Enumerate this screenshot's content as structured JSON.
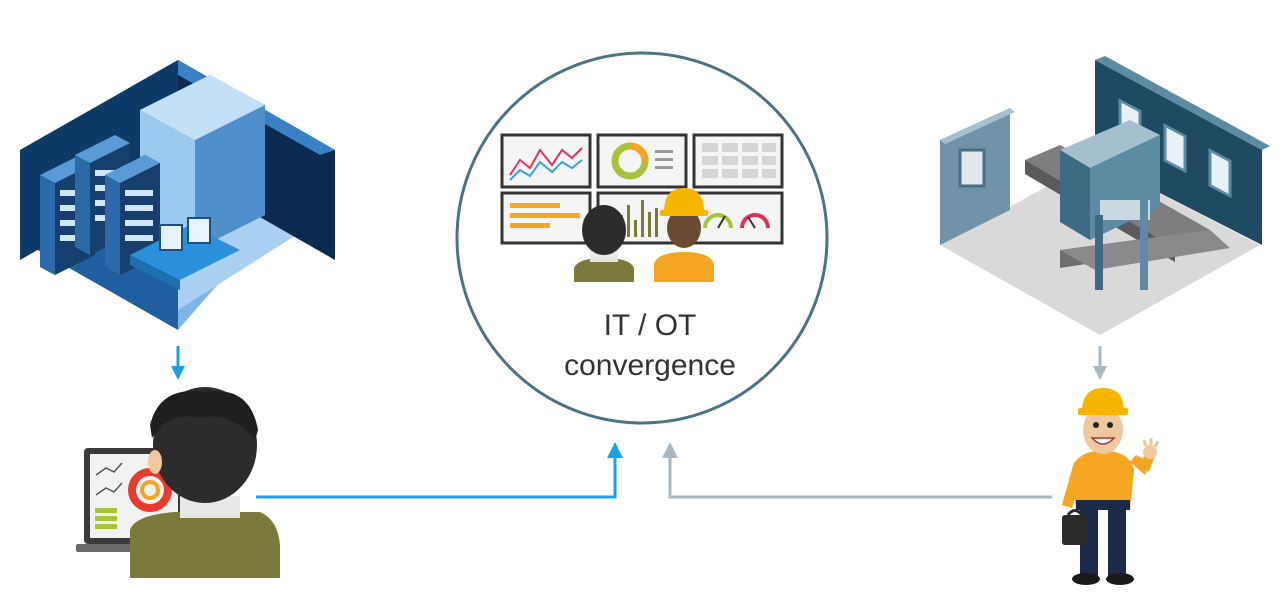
{
  "diagram": {
    "center_title_line1": "IT / OT",
    "center_title_line2": "convergence"
  },
  "nodes": [
    {
      "id": "it-data-center",
      "icon": "server-room-icon"
    },
    {
      "id": "it-worker",
      "icon": "office-worker-icon"
    },
    {
      "id": "convergence-hub",
      "icon": "control-room-icon"
    },
    {
      "id": "ot-factory",
      "icon": "factory-room-icon"
    },
    {
      "id": "ot-worker",
      "icon": "field-engineer-icon"
    }
  ],
  "colors": {
    "it_arrow": "#1ba1e2",
    "ot_arrow": "#a9b7c3",
    "circle": "#4b7383",
    "it_blue_dark": "#0d3a66",
    "it_blue": "#2f75b5",
    "ot_wall": "#1f4a63",
    "ot_wall_light": "#5d8ba3",
    "helmet": "#f7b500",
    "worker_orange": "#f5a623",
    "worker_pants": "#1c2a4a"
  }
}
